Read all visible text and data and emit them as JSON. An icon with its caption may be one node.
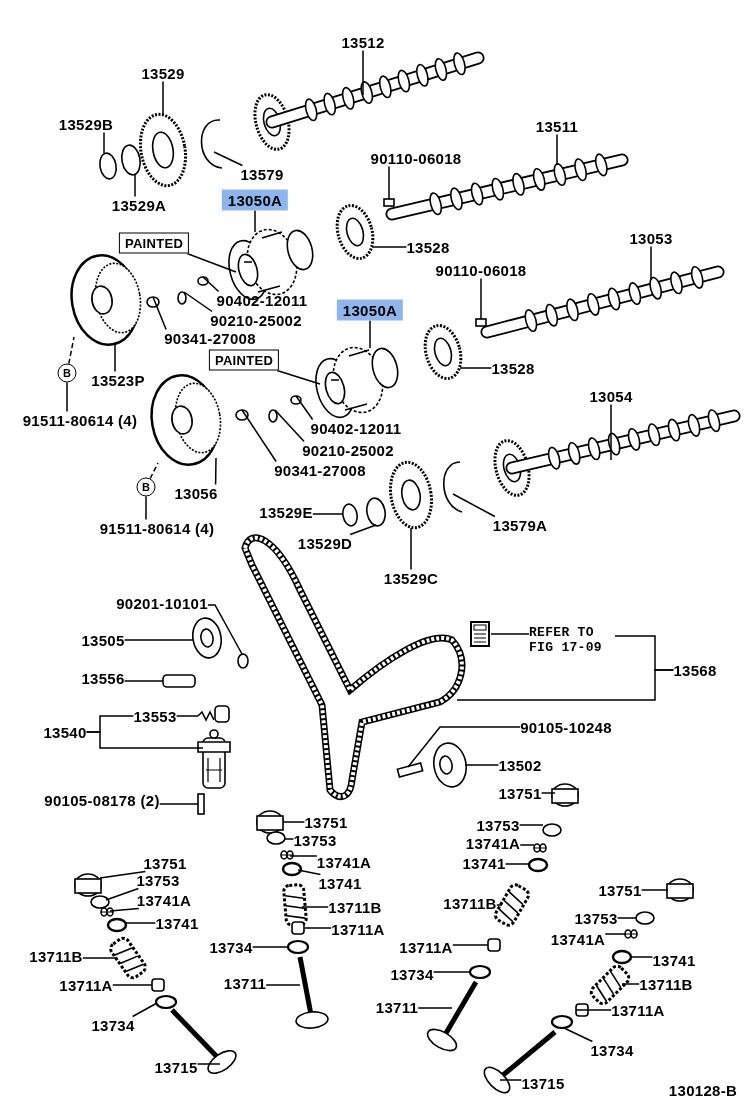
{
  "diagram": {
    "nodes": [
      {
        "text": [
          "13512"
        ]
      },
      {
        "text": [
          "13529"
        ]
      },
      {
        "text": [
          "13529B"
        ]
      },
      {
        "text": [
          "13579"
        ]
      },
      {
        "text": [
          "13529A"
        ]
      },
      {
        "text": [
          "13050A"
        ]
      },
      {
        "text": [
          "90110-06018"
        ]
      },
      {
        "text": [
          "13511"
        ]
      },
      {
        "text": [
          "PAINTED"
        ]
      },
      {
        "text": [
          "13528"
        ]
      },
      {
        "text": [
          "13053"
        ]
      },
      {
        "text": [
          "90110-06018"
        ]
      },
      {
        "text": [
          "90402-12011"
        ]
      },
      {
        "text": [
          "90210-25002"
        ]
      },
      {
        "text": [
          "13050A"
        ]
      },
      {
        "text": [
          "90341-27008"
        ]
      },
      {
        "text": [
          "PAINTED"
        ]
      },
      {
        "text": [
          "13528"
        ]
      },
      {
        "text": [
          "B"
        ]
      },
      {
        "text": [
          "13523P"
        ]
      },
      {
        "text": [
          "91511-80614 (4)"
        ]
      },
      {
        "text": [
          "90402-12011"
        ]
      },
      {
        "text": [
          "13054"
        ]
      },
      {
        "text": [
          "90210-25002"
        ]
      },
      {
        "text": [
          "90341-27008"
        ]
      },
      {
        "text": [
          "B"
        ]
      },
      {
        "text": [
          "13056"
        ]
      },
      {
        "text": [
          "91511-80614 (4)"
        ]
      },
      {
        "text": [
          "13529E"
        ]
      },
      {
        "text": [
          "13579A"
        ]
      },
      {
        "text": [
          "13529D"
        ]
      },
      {
        "text": [
          "13529C"
        ]
      },
      {
        "text": [
          "90201-10101"
        ]
      },
      {
        "text": [
          "13505"
        ]
      },
      {
        "text": [],
        "shape": "picture"
      },
      {
        "text": [
          "REFER TO FIG 17-09"
        ]
      },
      {
        "text": [
          "13568"
        ]
      },
      {
        "text": [
          "13556"
        ]
      },
      {
        "text": [
          "13553"
        ]
      },
      {
        "text": [
          "13540"
        ]
      },
      {
        "text": [
          "90105-10248"
        ]
      },
      {
        "text": [
          "13502"
        ]
      },
      {
        "text": [
          "90105-08178 (2)"
        ]
      },
      {
        "text": [
          "13751"
        ]
      },
      {
        "text": [
          "13753"
        ]
      },
      {
        "text": [
          "13751"
        ]
      },
      {
        "text": [
          "13751"
        ]
      },
      {
        "text": [
          "13741A"
        ]
      },
      {
        "text": [
          "13753"
        ]
      },
      {
        "text": [
          "13753"
        ]
      },
      {
        "text": [
          "13741A"
        ]
      },
      {
        "text": [
          "13741"
        ]
      },
      {
        "text": [
          "13741A"
        ]
      },
      {
        "text": [
          "13741"
        ]
      },
      {
        "text": [
          "13751"
        ]
      },
      {
        "text": [
          "13741"
        ]
      },
      {
        "text": [
          "13711B"
        ]
      },
      {
        "text": [
          "13711B"
        ]
      },
      {
        "text": [
          "13753"
        ]
      },
      {
        "text": [
          "13741A"
        ]
      },
      {
        "text": [
          "13711B"
        ]
      },
      {
        "text": [
          "13734"
        ]
      },
      {
        "text": [
          "13711A"
        ]
      },
      {
        "text": [
          "13711A"
        ]
      },
      {
        "text": [
          "13741"
        ]
      },
      {
        "text": [
          "13734"
        ]
      },
      {
        "text": [
          "13711B"
        ]
      },
      {
        "text": [
          "13711A"
        ]
      },
      {
        "text": [
          "13711"
        ]
      },
      {
        "text": [
          "13711"
        ]
      },
      {
        "text": [
          "13711A"
        ]
      },
      {
        "text": [
          "13734"
        ]
      },
      {
        "text": [
          "13734"
        ]
      },
      {
        "text": [
          "13715"
        ]
      },
      {
        "text": [
          "13715"
        ]
      },
      {
        "text": [],
        "shape": "picture"
      },
      {
        "text": [],
        "shape": "picture"
      },
      {
        "text": [],
        "shape": "circle"
      },
      {
        "text": [],
        "shape": "picture"
      },
      {
        "text": [],
        "shape": "circle"
      },
      {
        "text": [],
        "shape": "picture"
      },
      {
        "text": [],
        "shape": "box"
      },
      {
        "text": [],
        "shape": "picture"
      },
      {
        "text": [],
        "shape": "picture"
      },
      {
        "text": [],
        "shape": "picture"
      },
      {
        "text": [],
        "shape": "box"
      },
      {
        "text": [],
        "shape": "circle"
      },
      {
        "text": [],
        "shape": "circle"
      },
      {
        "text": [],
        "shape": "picture"
      },
      {
        "text": [],
        "shape": "circle"
      },
      {
        "text": [],
        "shape": "picture"
      },
      {
        "text": [],
        "shape": "picture"
      },
      {
        "text": [],
        "shape": "circle"
      },
      {
        "text": [],
        "shape": "picture"
      },
      {
        "text": [],
        "shape": "circle"
      },
      {
        "text": [],
        "shape": "circle"
      },
      {
        "text": [],
        "shape": "picture"
      },
      {
        "text": [],
        "shape": "circle"
      },
      {
        "text": [],
        "shape": "picture"
      },
      {
        "text": [],
        "shape": "circle"
      },
      {
        "text": [],
        "shape": "picture"
      },
      {
        "text": [],
        "shape": "circle"
      },
      {
        "text": [],
        "shape": "picture"
      },
      {
        "text": [],
        "shape": "picture"
      },
      {
        "text": [],
        "shape": "box"
      },
      {
        "text": [],
        "shape": "picture"
      },
      {
        "text": [],
        "shape": "box"
      },
      {
        "text": [],
        "shape": "picture"
      },
      {
        "text": [],
        "shape": "box"
      },
      {
        "text": [],
        "shape": "picture"
      },
      {
        "text": [],
        "shape": "picture"
      },
      {
        "text": [],
        "shape": "circle"
      },
      {
        "text": [],
        "shape": "picture"
      },
      {
        "text": [],
        "shape": "circle"
      },
      {
        "text": [],
        "shape": "picture"
      },
      {
        "text": [],
        "shape": "box"
      },
      {
        "text": [],
        "shape": "circle"
      },
      {
        "text": [],
        "shape": "picture"
      },
      {
        "text": [],
        "shape": "picture"
      },
      {
        "text": [],
        "shape": "circle"
      },
      {
        "text": [],
        "shape": "picture"
      },
      {
        "text": [],
        "shape": "circle"
      },
      {
        "text": [],
        "shape": "picture"
      },
      {
        "text": [],
        "shape": "box"
      },
      {
        "text": [],
        "shape": "circle"
      },
      {
        "text": [],
        "shape": "picture"
      },
      {
        "text": [],
        "shape": "picture"
      },
      {
        "text": [],
        "shape": "circle"
      },
      {
        "text": [],
        "shape": "picture"
      },
      {
        "text": [],
        "shape": "circle"
      },
      {
        "text": [],
        "shape": "picture"
      },
      {
        "text": [],
        "shape": "box"
      },
      {
        "text": [],
        "shape": "circle"
      },
      {
        "text": [],
        "shape": "picture"
      },
      {
        "text": [],
        "shape": "picture"
      },
      {
        "text": [],
        "shape": "circle"
      },
      {
        "text": [],
        "shape": "picture"
      },
      {
        "text": [],
        "shape": "circle"
      },
      {
        "text": [],
        "shape": "picture"
      },
      {
        "text": [],
        "shape": "box"
      },
      {
        "text": [],
        "shape": "circle"
      },
      {
        "text": [],
        "shape": "picture"
      }
    ],
    "edges": [
      {
        "from": 0,
        "to": 75,
        "arrow": "none"
      },
      {
        "from": 1,
        "to": 76,
        "arrow": "none"
      },
      {
        "from": 2,
        "to": 77,
        "arrow": "none"
      },
      {
        "from": 3,
        "to": 78,
        "arrow": "none"
      },
      {
        "from": 4,
        "to": 79,
        "arrow": "none"
      },
      {
        "from": 5,
        "to": 80,
        "arrow": "none"
      },
      {
        "from": 6,
        "to": 81,
        "arrow": "none"
      },
      {
        "from": 7,
        "to": 82,
        "arrow": "none"
      },
      {
        "from": 8,
        "to": 80,
        "arrow": "none"
      },
      {
        "from": 9,
        "to": 83,
        "arrow": "none"
      },
      {
        "from": 10,
        "to": 84,
        "arrow": "none"
      },
      {
        "from": 11,
        "to": 85,
        "arrow": "none"
      },
      {
        "from": 12,
        "to": 86,
        "arrow": "none"
      },
      {
        "from": 13,
        "to": 87,
        "arrow": "none"
      },
      {
        "from": 14,
        "to": 88,
        "arrow": "none"
      },
      {
        "from": 15,
        "to": 89,
        "arrow": "none"
      },
      {
        "from": 16,
        "to": 88,
        "arrow": "none"
      },
      {
        "from": 17,
        "to": 90,
        "arrow": "none"
      },
      {
        "from": 18,
        "to": 91,
        "arrow": "none",
        "style": "dashed"
      },
      {
        "from": 19,
        "to": 91,
        "arrow": "none"
      },
      {
        "from": 20,
        "to": 18,
        "arrow": "none"
      },
      {
        "from": 21,
        "to": 92,
        "arrow": "none"
      },
      {
        "from": 22,
        "to": 93,
        "arrow": "none"
      },
      {
        "from": 23,
        "to": 94,
        "arrow": "none"
      },
      {
        "from": 24,
        "to": 95,
        "arrow": "none"
      },
      {
        "from": 25,
        "to": 96,
        "arrow": "none",
        "style": "dashed"
      },
      {
        "from": 26,
        "to": 96,
        "arrow": "none"
      },
      {
        "from": 27,
        "to": 25,
        "arrow": "none"
      },
      {
        "from": 28,
        "to": 97,
        "arrow": "none"
      },
      {
        "from": 29,
        "to": 98,
        "arrow": "none"
      },
      {
        "from": 30,
        "to": 99,
        "arrow": "none"
      },
      {
        "from": 31,
        "to": 100,
        "arrow": "none"
      },
      {
        "from": 32,
        "to": 101,
        "arrow": "none"
      },
      {
        "from": 33,
        "to": 102,
        "arrow": "none"
      },
      {
        "from": 35,
        "to": 34,
        "arrow": "none"
      },
      {
        "from": 36,
        "to": 35,
        "arrow": "none"
      },
      {
        "from": 36,
        "to": 103,
        "arrow": "none"
      },
      {
        "from": 37,
        "to": 104,
        "arrow": "none"
      },
      {
        "from": 38,
        "to": 109,
        "arrow": "none"
      },
      {
        "from": 39,
        "to": 38,
        "arrow": "none"
      },
      {
        "from": 39,
        "to": 105,
        "arrow": "none"
      },
      {
        "from": 40,
        "to": 106,
        "arrow": "none"
      },
      {
        "from": 41,
        "to": 107,
        "arrow": "none"
      },
      {
        "from": 42,
        "to": 108,
        "arrow": "none"
      },
      {
        "from": 43,
        "to": 118,
        "arrow": "none"
      },
      {
        "from": 44,
        "to": 119,
        "arrow": "none"
      },
      {
        "from": 45,
        "to": 126,
        "arrow": "none"
      },
      {
        "from": 46,
        "to": 110,
        "arrow": "none"
      },
      {
        "from": 47,
        "to": 120,
        "arrow": "none"
      },
      {
        "from": 48,
        "to": 111,
        "arrow": "none"
      },
      {
        "from": 49,
        "to": 127,
        "arrow": "none"
      },
      {
        "from": 50,
        "to": 128,
        "arrow": "none"
      },
      {
        "from": 51,
        "to": 121,
        "arrow": "none"
      },
      {
        "from": 52,
        "to": 112,
        "arrow": "none"
      },
      {
        "from": 53,
        "to": 129,
        "arrow": "none"
      },
      {
        "from": 54,
        "to": 134,
        "arrow": "none"
      },
      {
        "from": 55,
        "to": 113,
        "arrow": "none"
      },
      {
        "from": 56,
        "to": 122,
        "arrow": "none"
      },
      {
        "from": 57,
        "to": 130,
        "arrow": "none"
      },
      {
        "from": 58,
        "to": 135,
        "arrow": "none"
      },
      {
        "from": 59,
        "to": 136,
        "arrow": "none"
      },
      {
        "from": 60,
        "to": 114,
        "arrow": "none"
      },
      {
        "from": 61,
        "to": 124,
        "arrow": "none"
      },
      {
        "from": 62,
        "to": 123,
        "arrow": "none"
      },
      {
        "from": 63,
        "to": 131,
        "arrow": "none"
      },
      {
        "from": 64,
        "to": 137,
        "arrow": "none"
      },
      {
        "from": 65,
        "to": 132,
        "arrow": "none"
      },
      {
        "from": 66,
        "to": 138,
        "arrow": "none"
      },
      {
        "from": 67,
        "to": 115,
        "arrow": "none"
      },
      {
        "from": 68,
        "to": 125,
        "arrow": "none"
      },
      {
        "from": 69,
        "to": 133,
        "arrow": "none"
      },
      {
        "from": 70,
        "to": 139,
        "arrow": "none"
      },
      {
        "from": 71,
        "to": 116,
        "arrow": "none"
      },
      {
        "from": 72,
        "to": 140,
        "arrow": "none"
      },
      {
        "from": 73,
        "to": 117,
        "arrow": "none"
      },
      {
        "from": 74,
        "to": 141,
        "arrow": "none"
      }
    ],
    "labels": [
      "130128-B"
    ]
  }
}
